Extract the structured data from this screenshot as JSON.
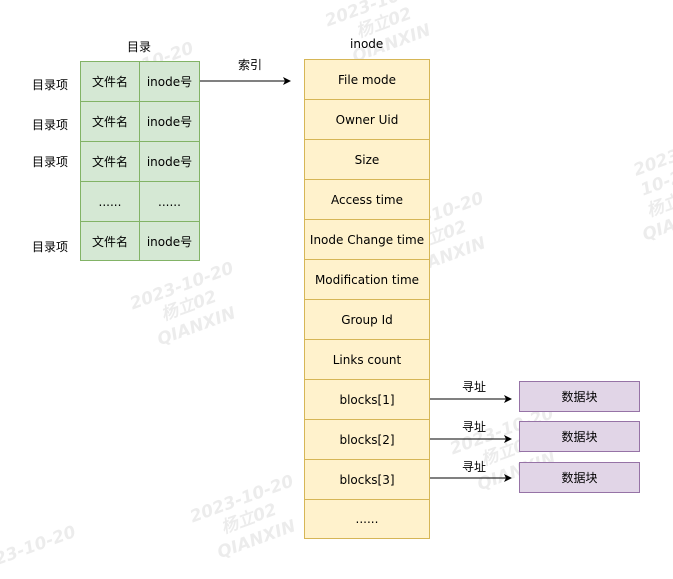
{
  "watermark": {
    "lines": [
      "2023-10-20",
      "杨立02",
      "QIANXIN"
    ]
  },
  "directory": {
    "title": "目录",
    "entry_label": "目录项",
    "rows": [
      {
        "name": "文件名",
        "inode": "inode号",
        "labeled": true
      },
      {
        "name": "文件名",
        "inode": "inode号",
        "labeled": true
      },
      {
        "name": "文件名",
        "inode": "inode号",
        "labeled": true
      },
      {
        "name": "......",
        "inode": "......",
        "labeled": false
      },
      {
        "name": "文件名",
        "inode": "inode号",
        "labeled": true
      }
    ]
  },
  "index_label": "索引",
  "inode": {
    "title": "inode",
    "fields": [
      "File mode",
      "Owner Uid",
      "Size",
      "Access time",
      "Inode Change time",
      "Modification time",
      "Group Id",
      "Links count",
      "blocks[1]",
      "blocks[2]",
      "blocks[3]",
      "......"
    ]
  },
  "addressing_label": "寻址",
  "data_block_label": "数据块",
  "colors": {
    "dir_fill": "#d5e8d4",
    "dir_stroke": "#82b366",
    "inode_fill": "#fff2cc",
    "inode_stroke": "#d6b656",
    "data_fill": "#e1d5e7",
    "data_stroke": "#9673a6"
  }
}
